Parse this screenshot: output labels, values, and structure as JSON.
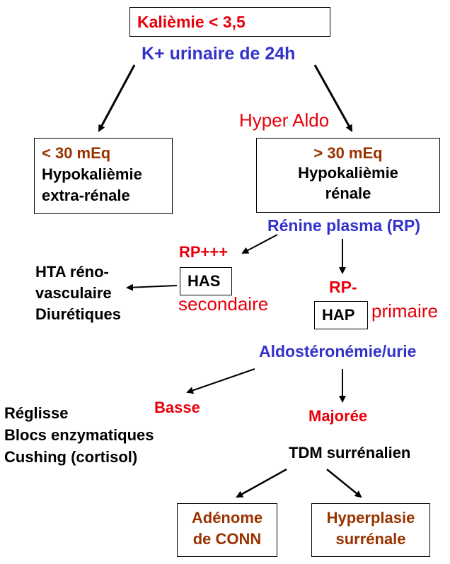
{
  "colors": {
    "red": "#e8000b",
    "blue": "#3333cc",
    "brown": "#993300",
    "black": "#000000"
  },
  "top": {
    "condition": "Kalièmie < 3,5",
    "test": "K+ urinaire de 24h"
  },
  "hyper_aldo": "Hyper Aldo",
  "left_box": {
    "threshold": "< 30 mEq",
    "line1": "Hypokalièmie",
    "line2": "extra-rénale"
  },
  "right_box": {
    "threshold": "> 30 mEq",
    "line1": "Hypokalièmie",
    "line2": "rénale"
  },
  "renine": "Rénine plasma (RP)",
  "rp_high": "RP+++",
  "has": "HAS",
  "secondaire": "secondaire",
  "hta_list": [
    "HTA réno-",
    "vasculaire",
    "Diurétiques"
  ],
  "rp_low": "RP-",
  "hap": "HAP",
  "primaire": "primaire",
  "aldo": "Aldostéronémie/urie",
  "basse": "Basse",
  "basse_causes": [
    "Réglisse",
    "Blocs enzymatiques",
    "Cushing (cortisol)"
  ],
  "majoree": "Majorée",
  "tdm": "TDM surrénalien",
  "adenome": {
    "line1": "Adénome",
    "line2": "de CONN"
  },
  "hyperplasie": {
    "line1": "Hyperplasie",
    "line2": "surrénale"
  }
}
